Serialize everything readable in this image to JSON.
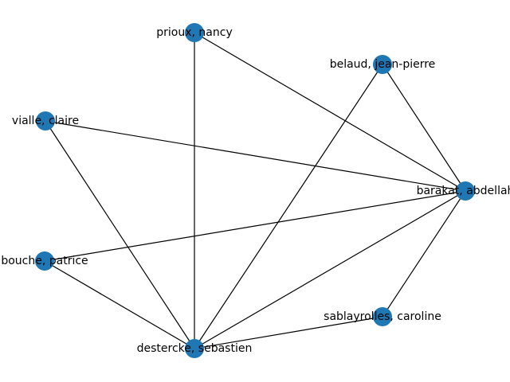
{
  "graph": {
    "node_color": "#1f77b4",
    "edge_color": "#000000",
    "nodes": [
      {
        "id": "prioux",
        "label": "prioux, nancy"
      },
      {
        "id": "belaud",
        "label": "belaud, jean-pierre"
      },
      {
        "id": "vialle",
        "label": "vialle, claire"
      },
      {
        "id": "barakat",
        "label": "barakat, abdellah"
      },
      {
        "id": "bouche",
        "label": "bouche, patrice"
      },
      {
        "id": "sablayrolles",
        "label": "sablayrolles, caroline"
      },
      {
        "id": "destercke",
        "label": "destercke, sebastien"
      }
    ],
    "edges": [
      [
        "prioux",
        "barakat"
      ],
      [
        "prioux",
        "destercke"
      ],
      [
        "belaud",
        "barakat"
      ],
      [
        "belaud",
        "destercke"
      ],
      [
        "vialle",
        "barakat"
      ],
      [
        "vialle",
        "destercke"
      ],
      [
        "barakat",
        "bouche"
      ],
      [
        "barakat",
        "destercke"
      ],
      [
        "barakat",
        "sablayrolles"
      ],
      [
        "bouche",
        "destercke"
      ],
      [
        "destercke",
        "sablayrolles"
      ]
    ]
  }
}
